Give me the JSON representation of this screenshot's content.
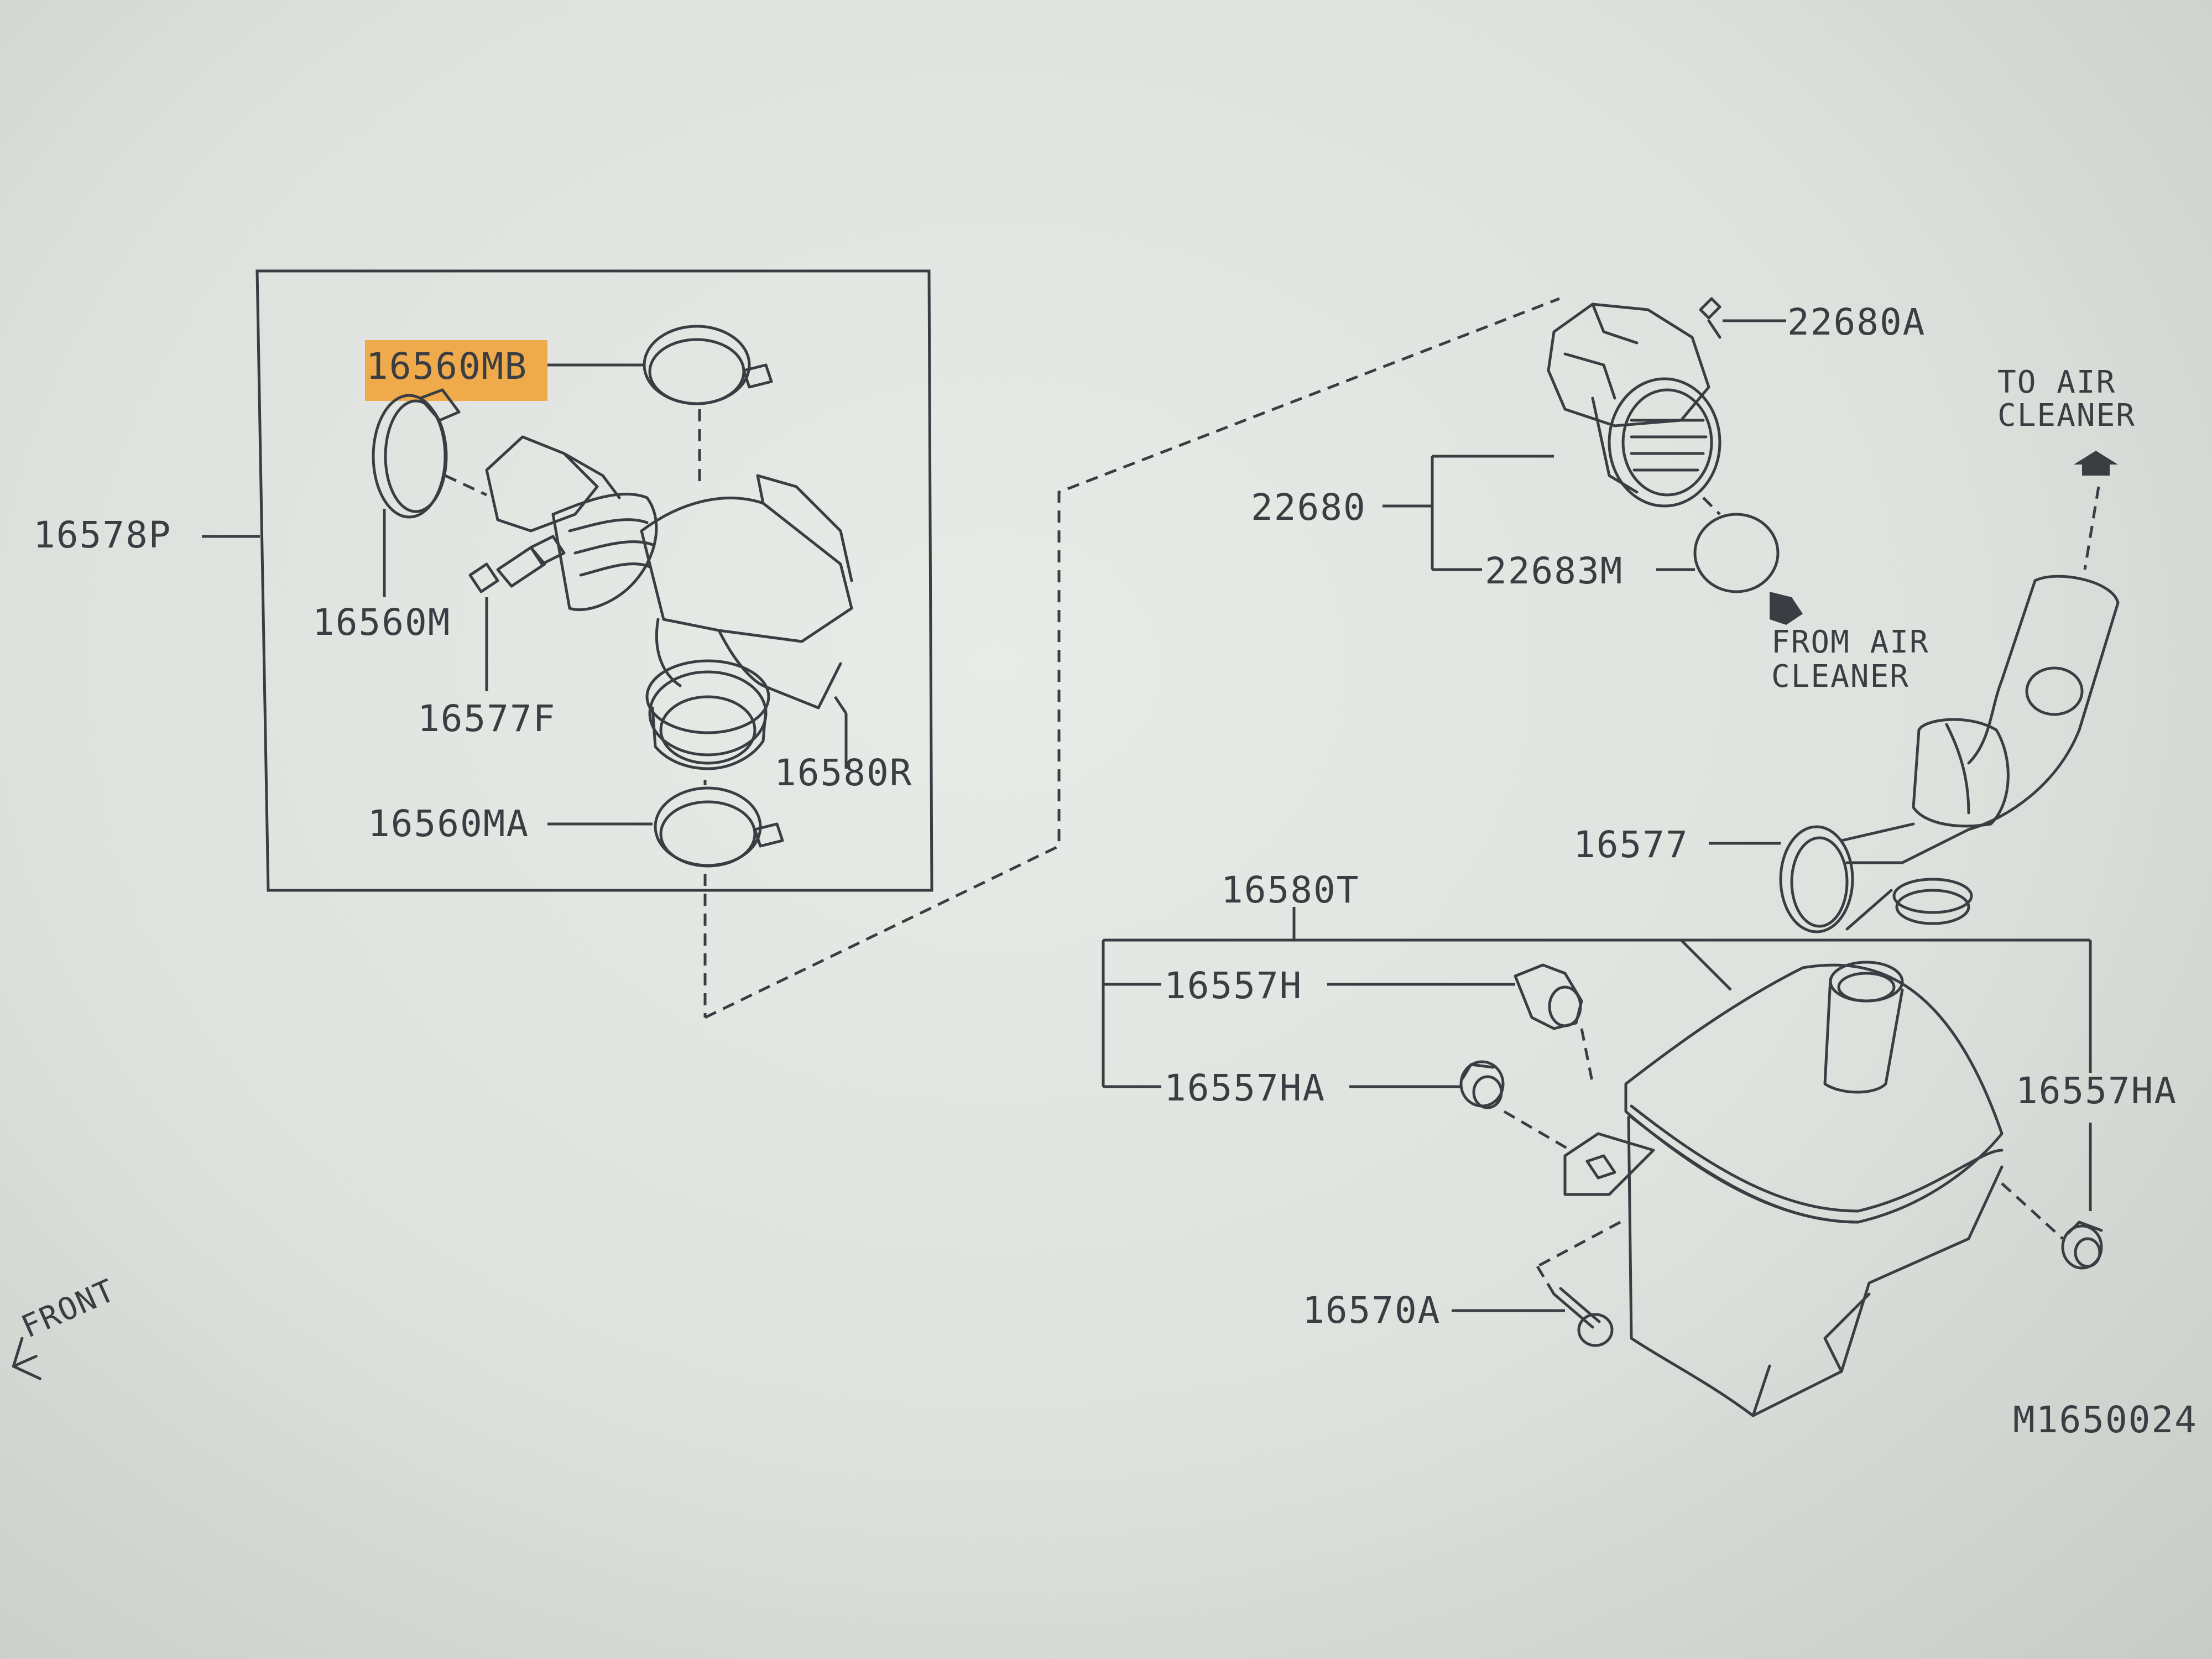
{
  "labels": {
    "p16578P": "16578P",
    "p16560MB": "16560MB",
    "p16560M": "16560M",
    "p16577F": "16577F",
    "p16580R": "16580R",
    "p16560MA": "16560MA",
    "p22680A": "22680A",
    "p22680": "22680",
    "p22683M": "22683M",
    "p16577": "16577",
    "p16580T": "16580T",
    "p16557H": "16557H",
    "p16557HA_left": "16557HA",
    "p16557HA_right": "16557HA",
    "p16570A": "16570A",
    "to_air_1": "TO AIR",
    "to_air_2": "CLEANER",
    "from_air_1": "FROM AIR",
    "from_air_2": "CLEANER",
    "front": "FRONT",
    "diagram_id": "M1650024"
  },
  "colors": {
    "highlight": "#f0a030",
    "ink": "#3a3d42"
  }
}
